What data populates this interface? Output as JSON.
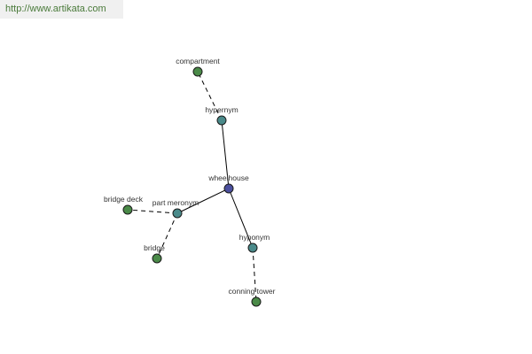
{
  "watermark": "http://www.artikata.com",
  "colors": {
    "center": "#4b4f9e",
    "relation": "#4a8a8a",
    "term": "#4a8a48"
  },
  "graph": {
    "nodes": [
      {
        "id": "wheelhouse",
        "label": "wheelhouse",
        "kind": "center"
      },
      {
        "id": "hypernym",
        "label": "hypernym",
        "kind": "relation"
      },
      {
        "id": "part-meronym",
        "label": "part meronym",
        "kind": "relation"
      },
      {
        "id": "hyponym",
        "label": "hyponym",
        "kind": "relation"
      },
      {
        "id": "compartment",
        "label": "compartment",
        "kind": "term"
      },
      {
        "id": "bridge-deck",
        "label": "bridge deck",
        "kind": "term"
      },
      {
        "id": "bridge",
        "label": "bridge",
        "kind": "term"
      },
      {
        "id": "conning-tower",
        "label": "conning tower",
        "kind": "term"
      }
    ],
    "edges": [
      {
        "from": "wheelhouse",
        "to": "hypernym",
        "style": "solid"
      },
      {
        "from": "wheelhouse",
        "to": "part-meronym",
        "style": "solid"
      },
      {
        "from": "wheelhouse",
        "to": "hyponym",
        "style": "solid"
      },
      {
        "from": "hypernym",
        "to": "compartment",
        "style": "dashed"
      },
      {
        "from": "part-meronym",
        "to": "bridge-deck",
        "style": "dashed"
      },
      {
        "from": "part-meronym",
        "to": "bridge",
        "style": "dashed"
      },
      {
        "from": "hyponym",
        "to": "conning-tower",
        "style": "dashed"
      }
    ]
  }
}
